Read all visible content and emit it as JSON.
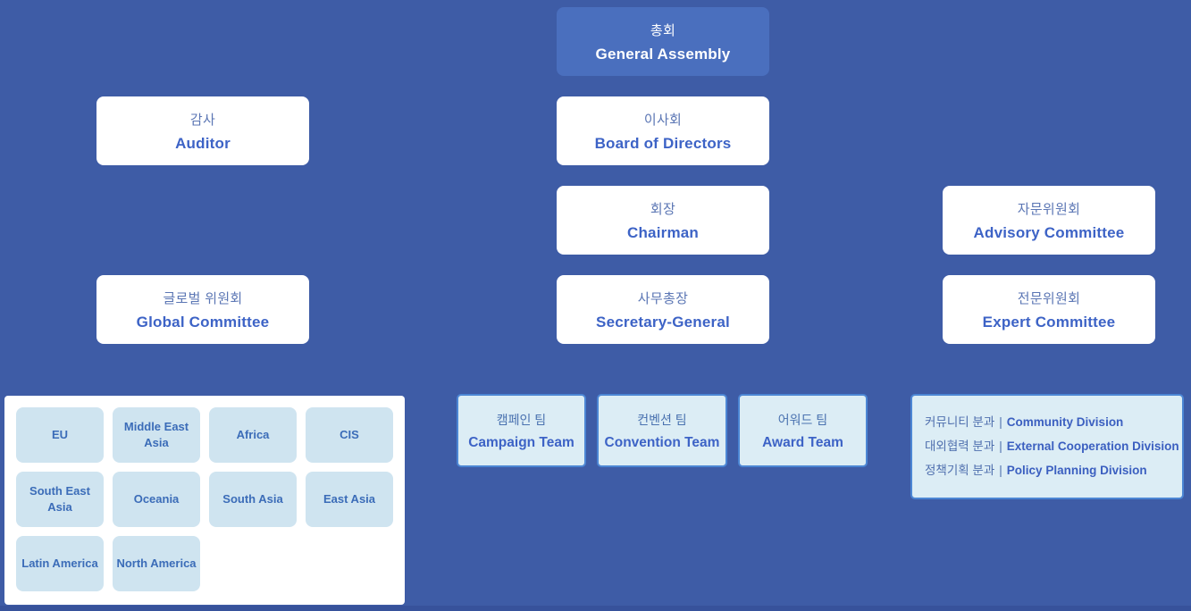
{
  "colors": {
    "background": "#3E5CA6",
    "primary_box": "#4A6FBE",
    "white_box": "#FFFFFF",
    "region_box": "#CFE4F0",
    "team_box_fill": "#DCEDF5",
    "team_box_border": "#4C86D4",
    "korean_text": "#5B76B4",
    "english_text": "#3D63C6",
    "bottom_strip": "#37529B"
  },
  "org": {
    "general_assembly": {
      "ko": "총회",
      "en": "General Assembly"
    },
    "auditor": {
      "ko": "감사",
      "en": "Auditor"
    },
    "board": {
      "ko": "이사회",
      "en": "Board of Directors"
    },
    "chairman": {
      "ko": "회장",
      "en": "Chairman"
    },
    "advisory": {
      "ko": "자문위원회",
      "en": "Advisory Committee"
    },
    "global_committee": {
      "ko": "글로벌 위원회",
      "en": "Global Committee"
    },
    "secretary_general": {
      "ko": "사무총장",
      "en": "Secretary-General"
    },
    "expert": {
      "ko": "전문위원회",
      "en": "Expert Committee"
    }
  },
  "regions": {
    "items": [
      "EU",
      "Middle East Asia",
      "Africa",
      "CIS",
      "South East Asia",
      "Oceania",
      "South Asia",
      "East Asia",
      "Latin America",
      "North America"
    ]
  },
  "teams": {
    "items": [
      {
        "ko": "캠페인 팀",
        "en": "Campaign Team"
      },
      {
        "ko": "컨벤션 팀",
        "en": "Convention Team"
      },
      {
        "ko": "어워드 팀",
        "en": "Award Team"
      }
    ]
  },
  "divisions": {
    "separator": "|",
    "items": [
      {
        "ko": "커뮤니티 분과",
        "en": "Community Division"
      },
      {
        "ko": "대외협력 분과",
        "en": "External Cooperation Division"
      },
      {
        "ko": "정책기획 분과",
        "en": "Policy Planning Division"
      }
    ]
  }
}
